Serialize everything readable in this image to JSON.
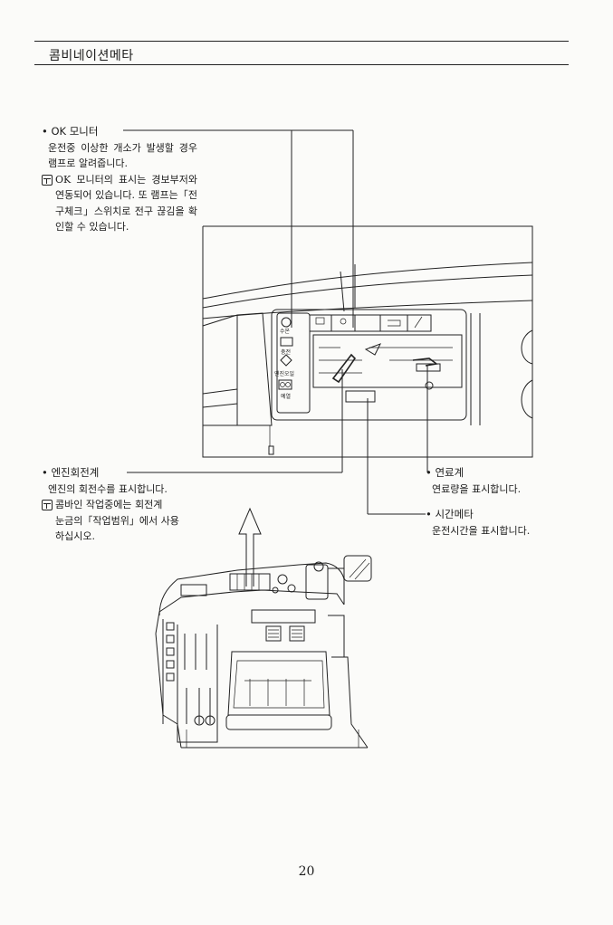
{
  "header": {
    "title": "콤비네이션메타"
  },
  "callouts": {
    "ok_monitor": {
      "title": "OK 모니터",
      "description": "운전중 이상한 개소가 발생할 경우 램프로 알려줍니다.",
      "note": "OK 모니터의 표시는 경보부저와 연동되어 있습니다. 또 램프는「전구체크」스위치로 전구 끊김을 확인할 수 있습니다."
    },
    "tachometer": {
      "title": "엔진회전계",
      "description": "엔진의 회전수를 표시합니다.",
      "note_line1": "콤바인 작업중에는 회전계",
      "note_line2": "눈금의「작업범위」에서 사용",
      "note_line3": "하십시오."
    },
    "fuel_gauge": {
      "title": "연료계",
      "description": "연료량을 표시합니다."
    },
    "hour_meter": {
      "title": "시간메타",
      "description": "운전시간을 표시합니다."
    }
  },
  "panel_labels": {
    "charge": "충전",
    "engine_oil": "엔진오일",
    "preheat": "예열",
    "water_temp": "수온"
  },
  "page_number": "20"
}
